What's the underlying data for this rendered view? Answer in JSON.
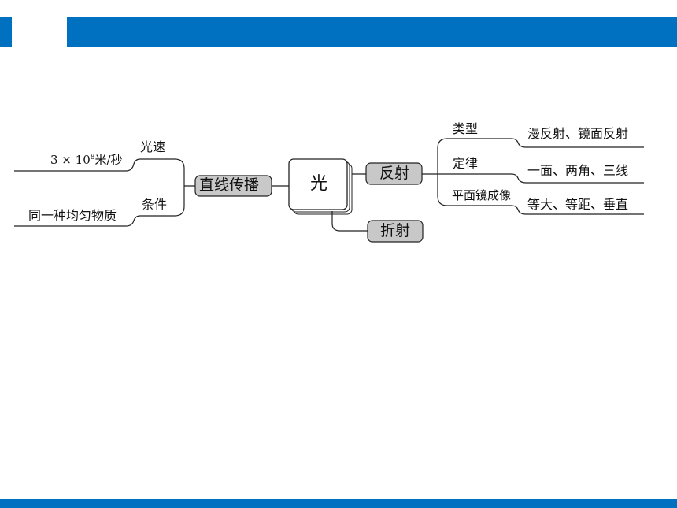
{
  "header": {
    "accent_color": "#0070c0"
  },
  "center": {
    "label": "光"
  },
  "left": {
    "node_label": "直线传播",
    "branches": [
      {
        "label": "光速",
        "leaf_prefix": "3 × 10",
        "leaf_exp": "8",
        "leaf_suffix": "米/秒"
      },
      {
        "label": "条件",
        "leaf": "同一种均匀物质"
      }
    ]
  },
  "right": {
    "reflect_label": "反射",
    "refract_label": "折射",
    "branches": [
      {
        "label": "类型",
        "leaf": "漫反射、镜面反射"
      },
      {
        "label": "定律",
        "leaf": "一面、两角、三线"
      },
      {
        "label": "平面镜成像",
        "leaf": "等大、等距、垂直"
      }
    ]
  }
}
